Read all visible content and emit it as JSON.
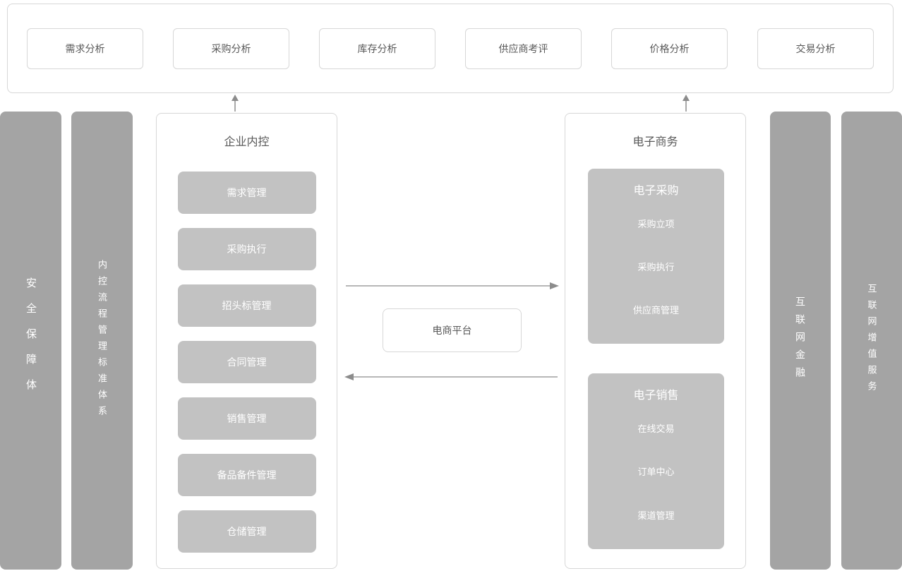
{
  "colors": {
    "background": "#ffffff",
    "panel_border": "#d7d7d7",
    "bar_gray": "#a4a4a4",
    "box_gray": "#c2c2c2",
    "text_dark": "#595959",
    "text_white": "#ffffff",
    "arrow_gray": "#8c8c8c"
  },
  "icons": {
    "up_arrow": "↑",
    "right_arrow": "→",
    "left_arrow": "←"
  },
  "top_panel": {
    "items": [
      "需求分析",
      "采购分析",
      "库存分析",
      "供应商考评",
      "价格分析",
      "交易分析"
    ]
  },
  "left_bars": [
    {
      "label": "安全保障体"
    },
    {
      "label": "内控流程管理标准体系"
    }
  ],
  "internal_control": {
    "title": "企业内控",
    "items": [
      "需求管理",
      "采购执行",
      "招头标管理",
      "合同管理",
      "销售管理",
      "备品备件管理",
      "仓储管理"
    ]
  },
  "center": {
    "platform_label": "电商平台"
  },
  "ecommerce": {
    "title": "电子商务",
    "groups": [
      {
        "title": "电子采购",
        "items": [
          "采购立项",
          "采购执行",
          "供应商管理"
        ]
      },
      {
        "title": "电子销售",
        "items": [
          "在线交易",
          "订单中心",
          "渠道管理"
        ]
      }
    ]
  },
  "right_bars": [
    {
      "label": "互联网金融"
    },
    {
      "label": "互联网增值服务"
    }
  ]
}
